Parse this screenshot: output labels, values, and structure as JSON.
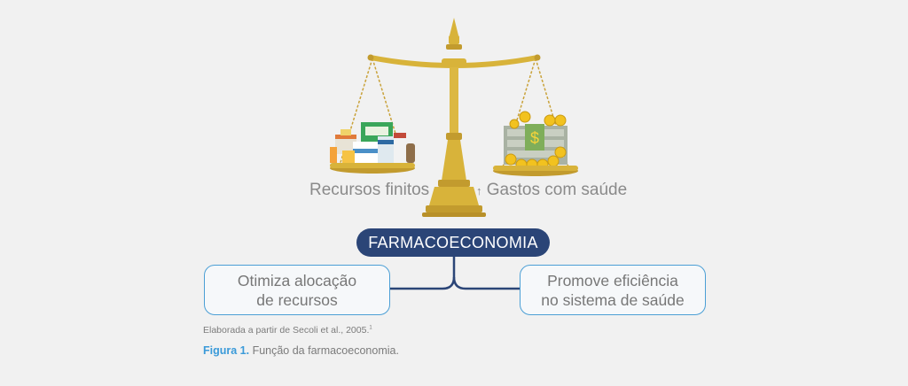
{
  "scale": {
    "left_label": "Recursos finitos",
    "right_arrow": "↑",
    "right_label": "Gastos com saúde"
  },
  "center": {
    "title": "FARMACOECONOMIA"
  },
  "boxes": {
    "left_line1": "Otimiza alocação",
    "left_line2": "de recursos",
    "right_line1": "Promove eficiência",
    "right_line2": "no sistema de saúde"
  },
  "source": {
    "text": "Elaborada a partir de Secoli et al., 2005.",
    "ref": "1"
  },
  "caption": {
    "number": "Figura 1.",
    "text": " Função da farmacoeconomia."
  },
  "colors": {
    "background": "#f1f1f1",
    "gold": "#d8b33a",
    "navy": "#2b4577",
    "box_border": "#4b9fd5",
    "caption_accent": "#3a9ad9"
  }
}
